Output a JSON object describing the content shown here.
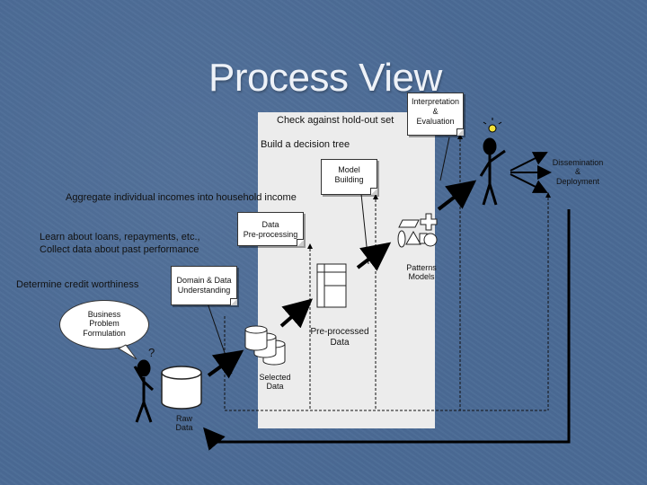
{
  "title": "Process View",
  "annotations": {
    "check_holdout": "Check against hold-out set",
    "build_tree": "Build a decision tree",
    "aggregate": "Aggregate individual incomes into household income",
    "learn_line1": "Learn about loans, repayments, etc.,",
    "learn_line2": "Collect data about past performance",
    "credit": "Determine credit worthiness"
  },
  "notes": {
    "interpretation": [
      "Interpretation",
      "&",
      "Evaluation"
    ],
    "model_building": [
      "Model",
      "Building"
    ],
    "preprocessing": [
      "Data",
      "Pre-processing"
    ],
    "domain_understanding": [
      "Domain & Data",
      "Understanding"
    ],
    "business_problem": [
      "Business",
      "Problem",
      "Formulation"
    ]
  },
  "labels": {
    "dissemination": [
      "Dissemination",
      "&",
      "Deployment"
    ],
    "patterns": [
      "Patterns",
      "Models"
    ],
    "preprocessed": [
      "Pre-processed",
      "Data"
    ],
    "selected": [
      "Selected",
      "Data"
    ],
    "raw": [
      "Raw",
      "Data"
    ],
    "question_mark": "?"
  },
  "colors": {
    "background": "#4a6a95",
    "panel": "#ececec",
    "title": "#eef2f8"
  }
}
